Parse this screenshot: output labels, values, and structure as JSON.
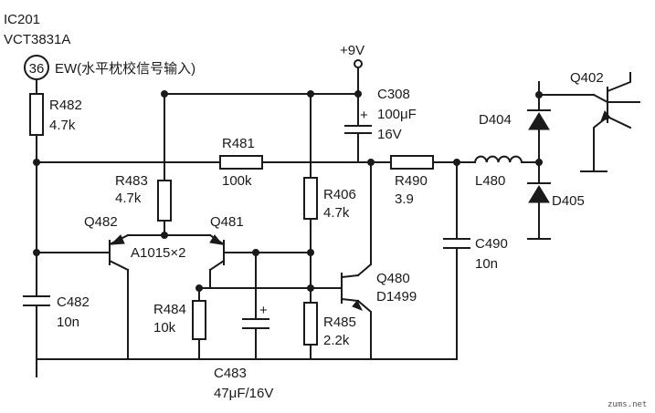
{
  "ic": {
    "ref": "IC201",
    "part": "VCT3831A",
    "pin": "36",
    "signal": "EW(水平枕校信号输入)"
  },
  "supply": {
    "voltage": "+9V"
  },
  "components": {
    "r482": {
      "ref": "R482",
      "value": "4.7k"
    },
    "r481": {
      "ref": "R481",
      "value": "100k"
    },
    "r483": {
      "ref": "R483",
      "value": "4.7k"
    },
    "r406": {
      "ref": "R406",
      "value": "4.7k"
    },
    "r484": {
      "ref": "R484",
      "value": "10k"
    },
    "r485": {
      "ref": "R485",
      "value": "2.2k"
    },
    "r490": {
      "ref": "R490",
      "value": "3.9"
    },
    "c308": {
      "ref": "C308",
      "value": "100μF",
      "voltage": "16V"
    },
    "c482": {
      "ref": "C482",
      "value": "10n"
    },
    "c483": {
      "ref": "C483",
      "value": "47μF/16V"
    },
    "c490": {
      "ref": "C490",
      "value": "10n"
    },
    "l480": {
      "ref": "L480"
    },
    "d404": {
      "ref": "D404"
    },
    "d405": {
      "ref": "D405"
    },
    "q402": {
      "ref": "Q402"
    },
    "q480": {
      "ref": "Q480",
      "part": "D1499"
    },
    "q481": {
      "ref": "Q481"
    },
    "q482": {
      "ref": "Q482"
    },
    "pair": {
      "label": "A1015×2"
    }
  },
  "watermark": "zums.net"
}
